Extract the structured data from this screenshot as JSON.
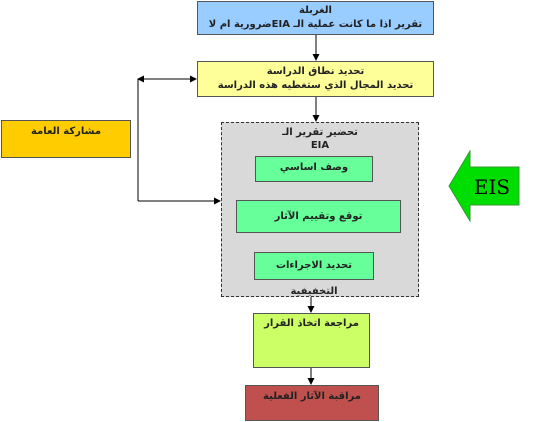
{
  "screening": {
    "title": "الغربلة",
    "text": "تقرير اذا ما كانت عملية الـ EIAضرورية ام لا"
  },
  "scoping": {
    "title": "تحديد نطاق الدراسة",
    "text": "تحديد المجال الذي ستغطيه هذه الدراسة"
  },
  "participation": {
    "label": "مشاركة العامة"
  },
  "eia_preparation": {
    "title": "تحضير تقرير الـ",
    "subtitle": "EIA",
    "baseline": "وصف اساسي",
    "impacts": "توقع وتقييم الآثار",
    "mitigation": "تحديد الاجراءات التخفيفية"
  },
  "review": {
    "label": "مراجعة اتخاذ القرار"
  },
  "monitoring": {
    "label": "مراقبة الآثار الفعلية"
  },
  "eis": {
    "label": "EIS",
    "color": "#00dd00"
  },
  "colors": {
    "screening": "#99ccff",
    "scoping": "#ffff99",
    "participation": "#ffcc00",
    "container": "#d9d9d9",
    "inner": "#66ff99",
    "review": "#ccff66",
    "monitoring": "#c0504d"
  }
}
